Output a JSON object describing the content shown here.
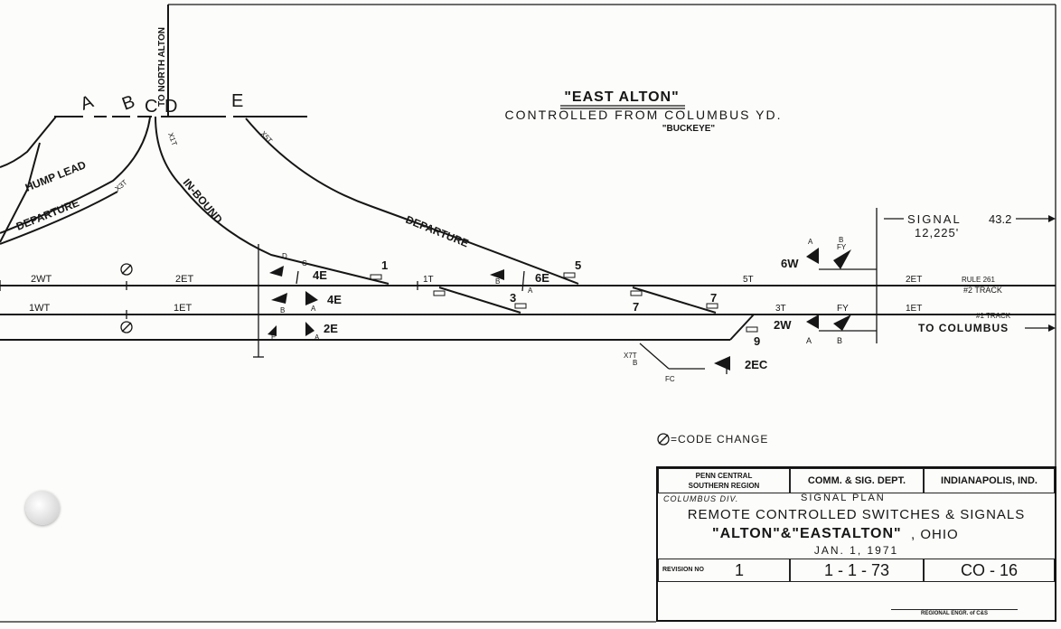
{
  "header": {
    "name": "\"EAST ALTON\"",
    "controlled": "CONTROLLED FROM COLUMBUS YD.",
    "sub": "\"BUCKEYE\""
  },
  "top_line_letters": [
    "A",
    "B",
    "C",
    "D",
    "E"
  ],
  "vertical_label": "TO NORTH ALTON",
  "track_labels": {
    "hump_lead": "HUMP LEAD",
    "departure_left": "DEPARTURE",
    "x3t": "X3T",
    "x1t": "X1T",
    "in_bound": "IN-BOUND",
    "x5t": "X5T",
    "departure_right": "DEPARTURE",
    "wt2": "2WT",
    "wt1": "1WT",
    "et2_left": "2ET",
    "et1_left": "1ET",
    "t1": "1T",
    "t3": "3T",
    "t5": "5T",
    "et2_right": "2ET",
    "et1_right": "1ET",
    "rule_261": "RULE 261",
    "track2": "#2 TRACK",
    "track1": "#1 TRACK",
    "to_columbus": "TO COLUMBUS",
    "fc": "FC",
    "x7t": "X7T"
  },
  "signal_note": {
    "label": "SIGNAL",
    "milepost": "43.2",
    "distance": "12,225'"
  },
  "switch_numbers": [
    "1",
    "3",
    "5",
    "7",
    "7",
    "9"
  ],
  "signals": {
    "s4e_upper": "4E",
    "s4e_lower": "4E",
    "s2e": "2E",
    "s6e": "6E",
    "s6w": "6W",
    "s2w": "2W",
    "s2ec": "2EC"
  },
  "signal_heads": [
    "D",
    "C",
    "B",
    "A",
    "B",
    "A",
    "E",
    "A",
    "B",
    "A",
    "A",
    "B",
    "FY",
    "FY",
    "A",
    "B"
  ],
  "legend": "=CODE CHANGE",
  "title_block": {
    "org_line1": "PENN CENTRAL",
    "org_line2": "SOUTHERN REGION",
    "dept": "COMM. & SIG. DEPT.",
    "office": "INDIANAPOLIS, IND.",
    "division": "COLUMBUS DIV.",
    "doc_type": "SIGNAL PLAN",
    "subject": "REMOTE CONTROLLED SWITCHES & SIGNALS",
    "location_main": "\"ALTON\"&\"EASTALTON\"",
    "location_state": ", OHIO",
    "date": "JAN. 1, 1971",
    "revision_label": "REVISION NO",
    "revision_no": "1",
    "revision_date": "1 - 1 - 73",
    "drawing_no": "CO - 16",
    "engineer": "REGIONAL ENGR. of C&S"
  }
}
